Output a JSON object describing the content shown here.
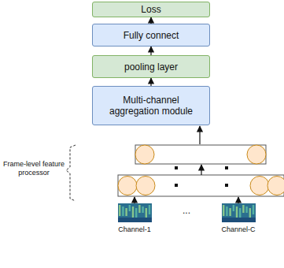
{
  "diagram": {
    "nodes": [
      {
        "text": [
          "Loss"
        ]
      },
      {
        "text": [
          "Fully connect"
        ]
      },
      {
        "text": [
          "pooling layer"
        ]
      },
      {
        "text": [
          "Multi-channel aggregation module"
        ]
      }
    ],
    "edges": [
      {
        "from": 1,
        "to": 0,
        "arrow": "to"
      },
      {
        "from": 2,
        "to": 1,
        "arrow": "to"
      },
      {
        "from": 3,
        "to": 2,
        "arrow": "to"
      }
    ],
    "labels": [
      "Frame-level feature processor",
      "Channel-1",
      "Channel-C",
      "..."
    ]
  }
}
